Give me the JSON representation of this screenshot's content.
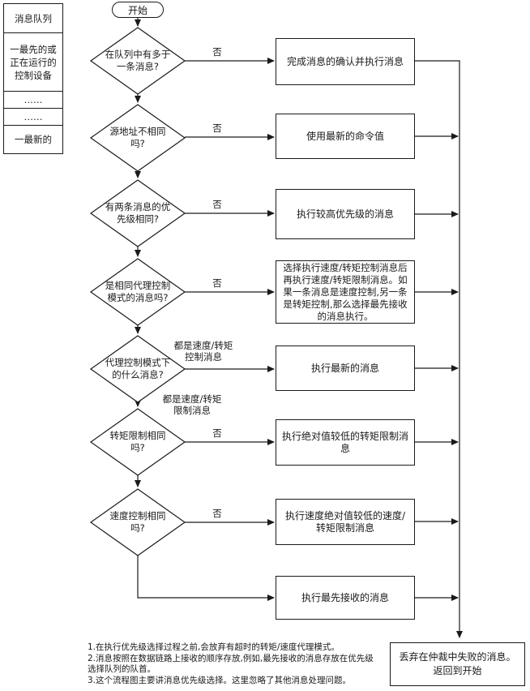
{
  "start_label": "开始",
  "queue_panel": {
    "header": "消息队列",
    "rows": [
      "一最先的或\n正在运行的\n控制设备",
      "……",
      "……",
      "一最新的"
    ]
  },
  "decisions": [
    {
      "label": "在队列中有多于\n一条消息?"
    },
    {
      "label": "源地址不相同\n吗?"
    },
    {
      "label": "有两条消息的优\n先级相同?"
    },
    {
      "label": "是相同代理控制\n模式的消息吗?"
    },
    {
      "label": "代理控制模式下\n的什么消息?"
    },
    {
      "label": "转矩限制相同\n吗?"
    },
    {
      "label": "速度控制相同\n吗?"
    }
  ],
  "actions": [
    {
      "label": "完成消息的确认并执行消息"
    },
    {
      "label": "使用最新的命令值"
    },
    {
      "label": "执行较高优先级的消息"
    },
    {
      "label": "选择执行速度/转矩控制消息后再执行速度/转矩限制消息。如果一条消息是速度控制,另一条是转矩控制,那么选择最先接收的消息执行。"
    },
    {
      "label": "执行最新的消息"
    },
    {
      "label": "执行绝对值较低的转矩限制消息"
    },
    {
      "label": "执行速度绝对值较低的速度/转矩限制消息"
    },
    {
      "label": "执行最先接收的消息"
    }
  ],
  "branch_labels": {
    "no": "否",
    "both_control": "都是速度/转矩\n控制消息",
    "both_limit": "都是速度/转矩\n限制消息"
  },
  "end_box": "丢弃在仲裁中失败的消息。\n返回到开始",
  "notes": [
    "1.在执行优先级选择过程之前,会放弃有超时的转矩/速度代理模式。",
    "2.消息按照在数据链路上接收的顺序存放,例如,最先接收的消息存放在优先级选择队列的队首。",
    "3.这个流程图主要讲消息优先级选择。这里忽略了其他消息处理问题。"
  ],
  "colors": {
    "line": "#1a1a1a",
    "background": "#ffffff",
    "text": "#1a1a1a"
  }
}
